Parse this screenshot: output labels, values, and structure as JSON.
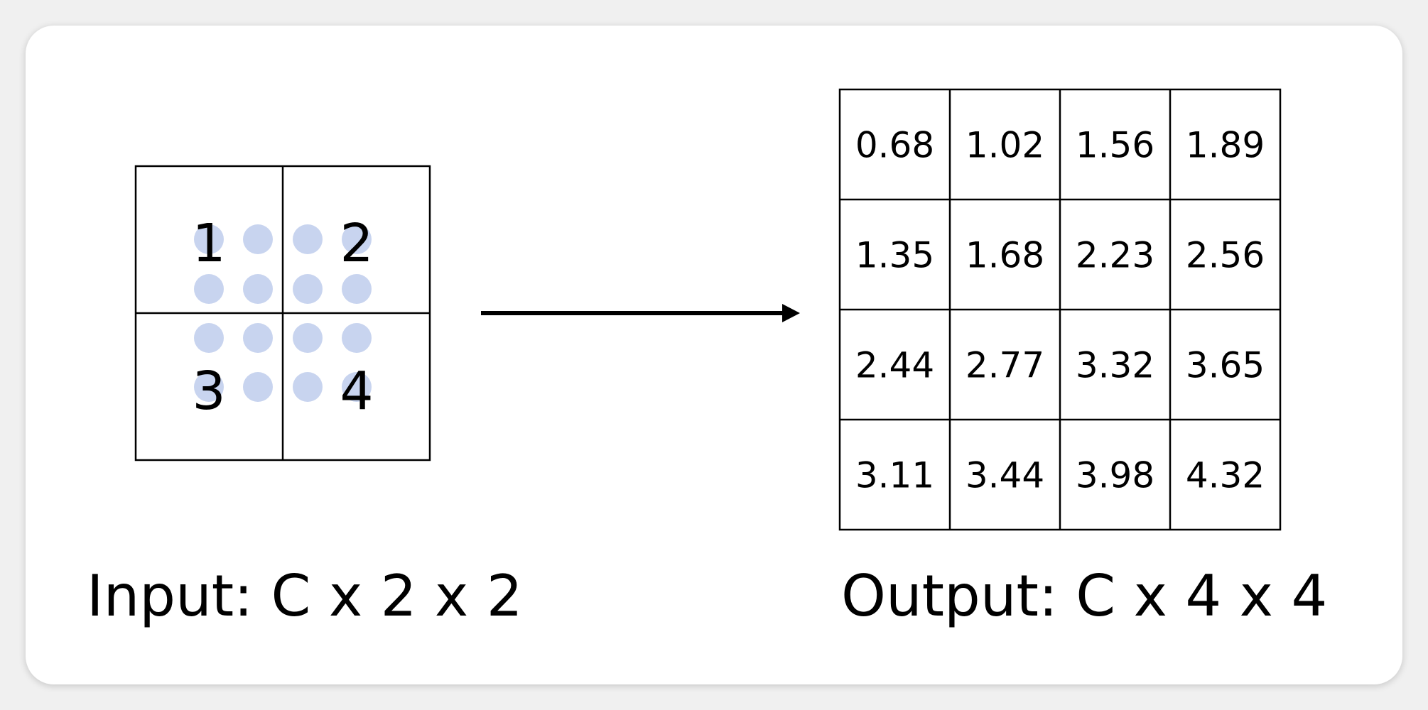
{
  "input": {
    "caption": "Input: C x 2 x 2",
    "values": [
      "1",
      "2",
      "3",
      "4"
    ]
  },
  "output": {
    "caption": "Output: C x 4 x 4",
    "rows": [
      [
        "0.68",
        "1.02",
        "1.56",
        "1.89"
      ],
      [
        "1.35",
        "1.68",
        "2.23",
        "2.56"
      ],
      [
        "2.44",
        "2.77",
        "3.32",
        "3.65"
      ],
      [
        "3.11",
        "3.44",
        "3.98",
        "4.32"
      ]
    ]
  },
  "colors": {
    "sample_dot": "#c8d4ef",
    "line": "#000000",
    "card_background": "#ffffff"
  }
}
